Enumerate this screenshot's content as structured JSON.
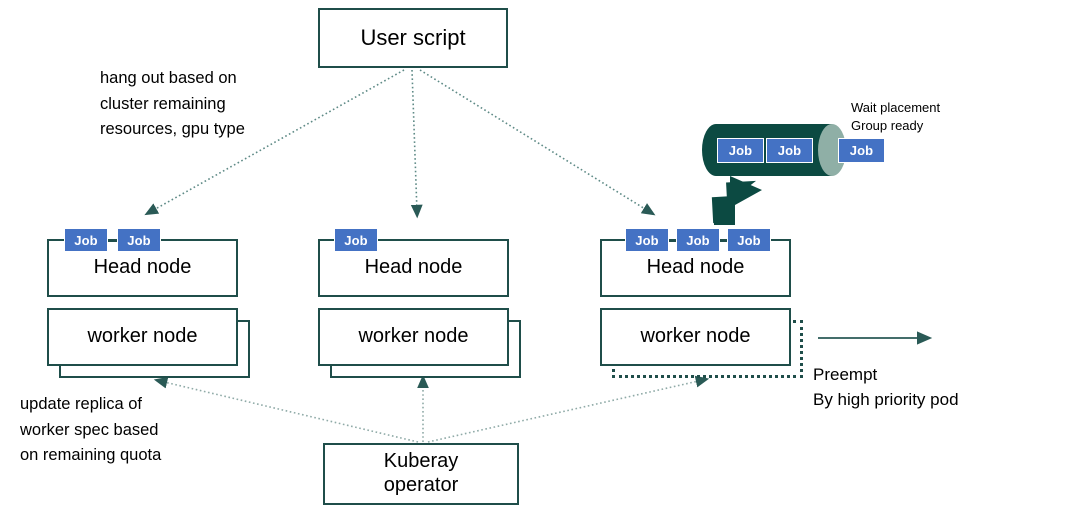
{
  "diagram": {
    "title_node": {
      "label": "User script"
    },
    "notes": {
      "scheduling": "hang out based on\ncluster remaining\nresources, gpu type",
      "placement_group": "Wait placement\nGroup ready",
      "update_replica": "update replica of\nworker spec based\non remaining quota",
      "preempt": "Preempt\nBy high priority pod"
    },
    "clusters": [
      {
        "id": "cluster-1",
        "head_label": "Head node",
        "worker_label": "worker node",
        "jobs": [
          "Job",
          "Job"
        ],
        "replica_style": "solid"
      },
      {
        "id": "cluster-2",
        "head_label": "Head node",
        "worker_label": "worker node",
        "jobs": [
          "Job"
        ],
        "replica_style": "solid"
      },
      {
        "id": "cluster-3",
        "head_label": "Head node",
        "worker_label": "worker node",
        "jobs": [
          "Job",
          "Job",
          "Job"
        ],
        "replica_style": "dotted"
      }
    ],
    "queue": {
      "queued_jobs": [
        "Job",
        "Job"
      ],
      "pending_job": "Job"
    },
    "operator_node": {
      "label": "Kuberay\noperator"
    },
    "colors": {
      "border": "#1F4E4A",
      "job_badge": "#4472C4",
      "cylinder_body": "#0C4A42",
      "cylinder_cap": "#8FAFA6",
      "edge": "#31605C",
      "text": "#000000",
      "background": "#FFFFFF"
    }
  }
}
